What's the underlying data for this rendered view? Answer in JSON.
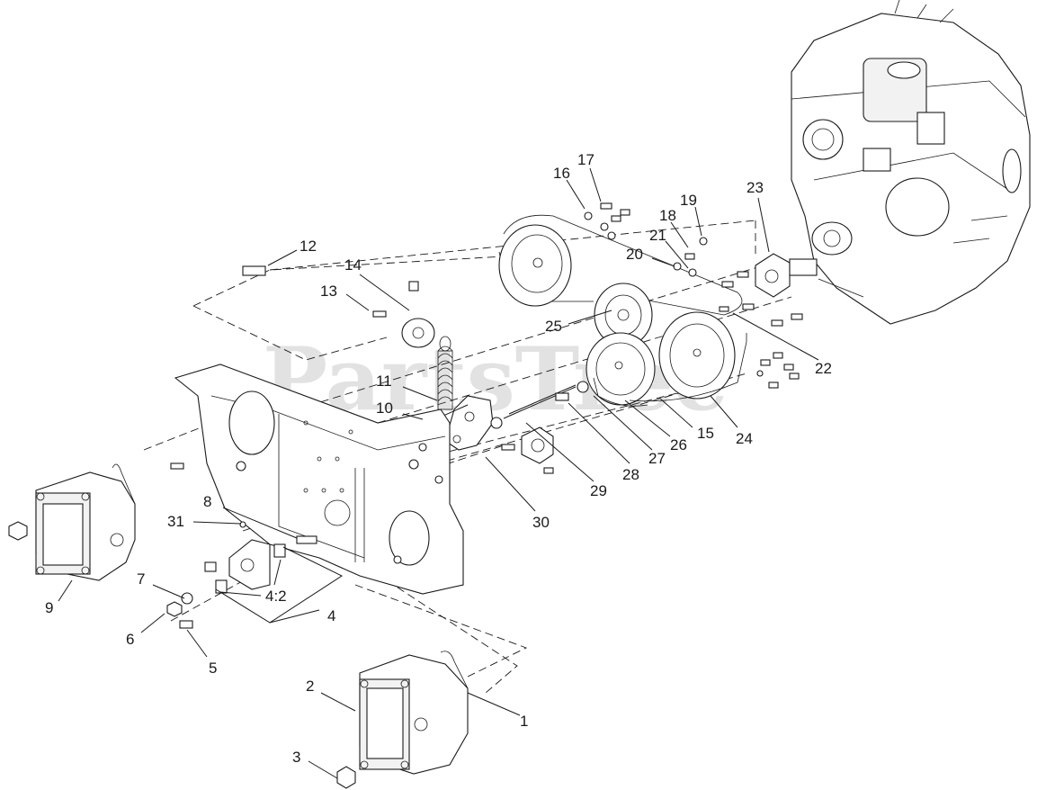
{
  "watermark": "PartsTree",
  "colors": {
    "line": "#1a1a1a",
    "watermark": "#d9d9d9",
    "background": "#ffffff"
  },
  "callouts": [
    {
      "id": "c1",
      "text": "1"
    },
    {
      "id": "c2",
      "text": "2"
    },
    {
      "id": "c3",
      "text": "3"
    },
    {
      "id": "c4",
      "text": "4"
    },
    {
      "id": "c4b",
      "text": "4:2"
    },
    {
      "id": "c5",
      "text": "5"
    },
    {
      "id": "c6",
      "text": "6"
    },
    {
      "id": "c7",
      "text": "7"
    },
    {
      "id": "c8",
      "text": "8"
    },
    {
      "id": "c9",
      "text": "9"
    },
    {
      "id": "c10",
      "text": "10"
    },
    {
      "id": "c11",
      "text": "11"
    },
    {
      "id": "c12",
      "text": "12"
    },
    {
      "id": "c13",
      "text": "13"
    },
    {
      "id": "c14",
      "text": "14"
    },
    {
      "id": "c15",
      "text": "15"
    },
    {
      "id": "c16",
      "text": "16"
    },
    {
      "id": "c17",
      "text": "17"
    },
    {
      "id": "c18",
      "text": "18"
    },
    {
      "id": "c19",
      "text": "19"
    },
    {
      "id": "c20",
      "text": "20"
    },
    {
      "id": "c21",
      "text": "21"
    },
    {
      "id": "c22",
      "text": "22"
    },
    {
      "id": "c23",
      "text": "23"
    },
    {
      "id": "c24",
      "text": "24"
    },
    {
      "id": "c25",
      "text": "25"
    },
    {
      "id": "c26",
      "text": "26"
    },
    {
      "id": "c27",
      "text": "27"
    },
    {
      "id": "c28",
      "text": "28"
    },
    {
      "id": "c29",
      "text": "29"
    },
    {
      "id": "c30",
      "text": "30"
    },
    {
      "id": "c31",
      "text": "31"
    }
  ]
}
